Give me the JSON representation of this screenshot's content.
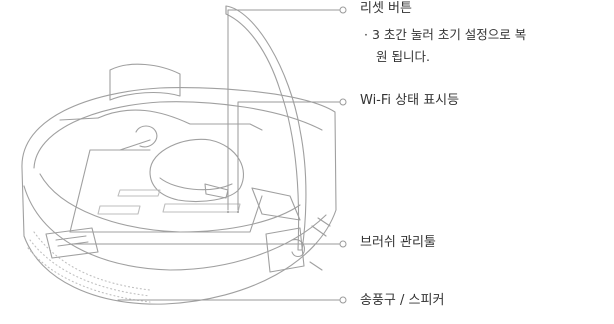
{
  "labels": {
    "reset_button": "리셋 버튼",
    "reset_note_line1": "· 3 초간 눌러 초기 설정으로 복",
    "reset_note_line2": "원 됩니다.",
    "wifi_indicator": "Wi-Fi 상태 표시등",
    "brush_tool": "브러쉬 관리툴",
    "speaker": "송풍구 / 스피커"
  },
  "colors": {
    "line": "#9a9a9a",
    "text": "#333333",
    "background": "#ffffff"
  }
}
